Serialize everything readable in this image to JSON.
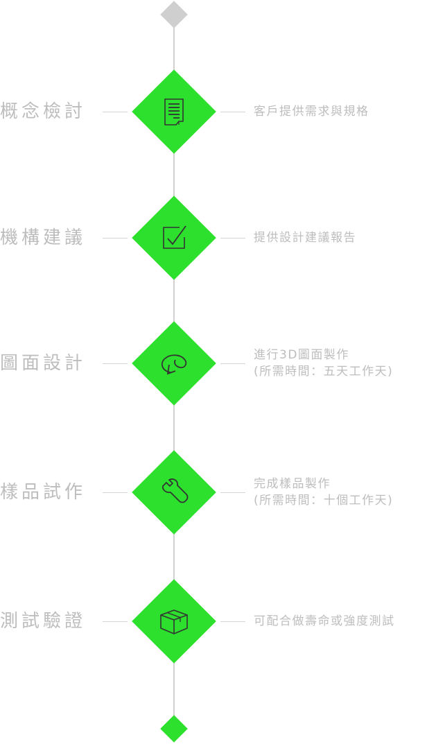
{
  "colors": {
    "accent_green": "#2ee02e",
    "line_gray": "#d2d2d2",
    "text_gray": "#bdbdbd",
    "icon_stroke": "#333333"
  },
  "steps": [
    {
      "title": "概念檢討",
      "desc_line1": "客戶提供需求與規格",
      "desc_line2": "",
      "icon": "document-icon"
    },
    {
      "title": "機構建議",
      "desc_line1": "提供設計建議報告",
      "desc_line2": "",
      "icon": "checkbox-icon"
    },
    {
      "title": "圖面設計",
      "desc_line1": "進行3D圖面製作",
      "desc_line2": "(所需時間：五天工作天)",
      "icon": "rotate-arrow-icon"
    },
    {
      "title": "樣品試作",
      "desc_line1": "完成樣品製作",
      "desc_line2": "(所需時間：十個工作天)",
      "icon": "wrench-icon"
    },
    {
      "title": "測試驗證",
      "desc_line1": "可配合做壽命或強度測試",
      "desc_line2": "",
      "icon": "box-icon"
    }
  ]
}
